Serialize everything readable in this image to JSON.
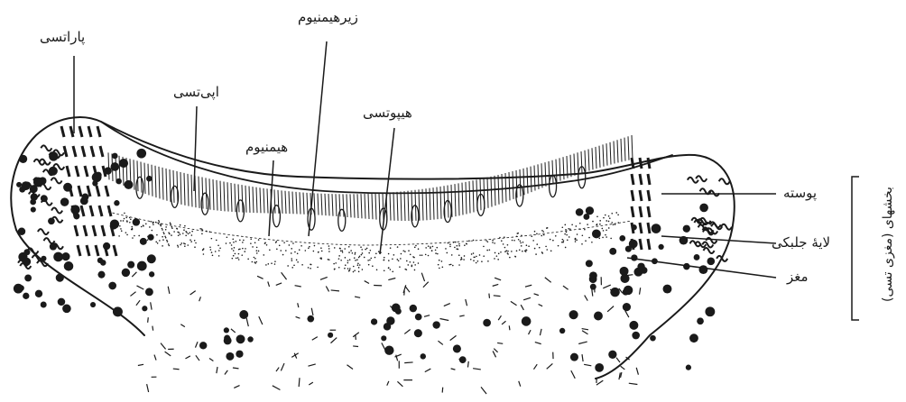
{
  "labels": {
    "paratheci": "پاراتسی",
    "epitheci": "اپی‌تسی",
    "hymenium": "هیمنیوم",
    "subhymenium": "زیرهیمنیوم",
    "hypotheci": "هیپوتسی",
    "cortex": "پوسته",
    "algal_layer": "لایهٔ جلبکی",
    "medulla": "مغز"
  },
  "side_label": "بخشهای (مغزی تسی)",
  "colors": {
    "ink": "#1a1a1a",
    "background": "#ffffff"
  }
}
